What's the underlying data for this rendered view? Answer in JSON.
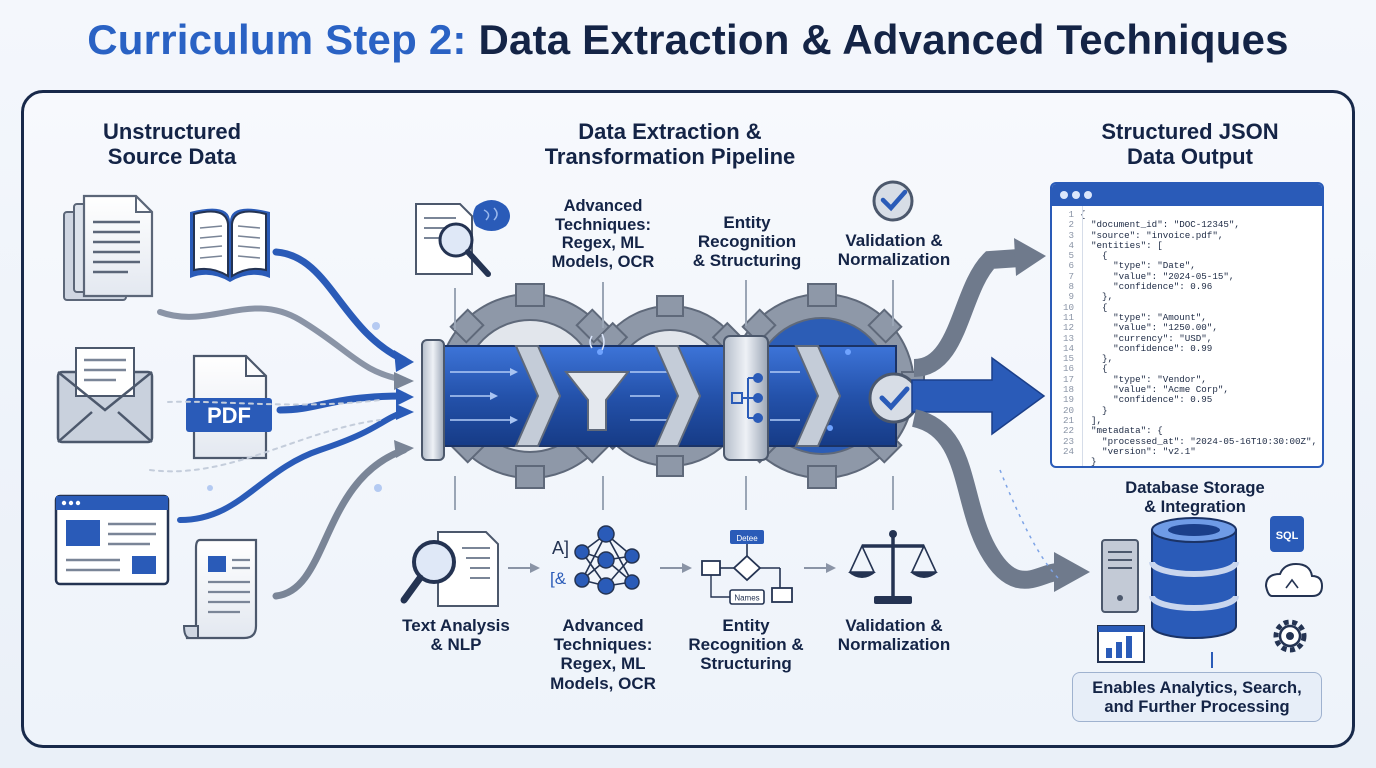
{
  "title": {
    "accent": "Curriculum Step 2:",
    "rest": " Data Extraction & Advanced Techniques"
  },
  "sections": {
    "source": "Unstructured\nSource Data",
    "pipeline": "Data Extraction &\nTransformation Pipeline",
    "output": "Structured JSON\nData Output"
  },
  "top_stages": [
    "Advanced\nTechniques:\nRegex, ML\nModels, OCR",
    "Entity\nRecognition\n& Structuring",
    "Validation &\nNormalization"
  ],
  "bottom_stages": [
    "Text Analysis\n& NLP",
    "Advanced\nTechniques:\nRegex, ML\nModels, OCR",
    "Entity\nRecognition &\nStructuring",
    "Validation &\nNormalization"
  ],
  "icons": {
    "pdf": "PDF",
    "flow_top": "Detee",
    "flow_bottom": "Names",
    "nn_a": "A]",
    "nn_b": "[&",
    "sql": "SQL"
  },
  "json_lines": [
    "{",
    "  \"document_id\": \"DOC-12345\",",
    "  \"source\": \"invoice.pdf\",",
    "  \"entities\": [",
    "    {",
    "      \"type\": \"Date\",",
    "      \"value\": \"2024-05-15\",",
    "      \"confidence\": 0.96",
    "    },",
    "    {",
    "      \"type\": \"Amount\",",
    "      \"value\": \"1250.00\",",
    "      \"currency\": \"USD\",",
    "      \"confidence\": 0.99",
    "    },",
    "    {",
    "      \"type\": \"Vendor\",",
    "      \"value\": \"Acme Corp\",",
    "      \"confidence\": 0.95",
    "    }",
    "  ],",
    "  \"metadata\": {",
    "    \"processed_at\": \"2024-05-16T10:30:00Z\",",
    "    \"version\": \"v2.1\"",
    "  }"
  ],
  "line_numbers": [
    "1",
    "2",
    "3",
    "4",
    "5",
    "6",
    "7",
    "8",
    "9",
    "10",
    "11",
    "12",
    "13",
    "14",
    "15",
    "16",
    "17",
    "18",
    "19",
    "20",
    "21",
    "22",
    "23",
    "24"
  ],
  "database": {
    "label": "Database Storage\n& Integration",
    "callout": "Enables Analytics, Search,\nand Further Processing"
  },
  "colors": {
    "primary": "#2a5bb8",
    "accent_title": "#2a62c4",
    "dark": "#142446",
    "gear": "#8e98a8",
    "grey_arrow": "#6f7a8c"
  }
}
